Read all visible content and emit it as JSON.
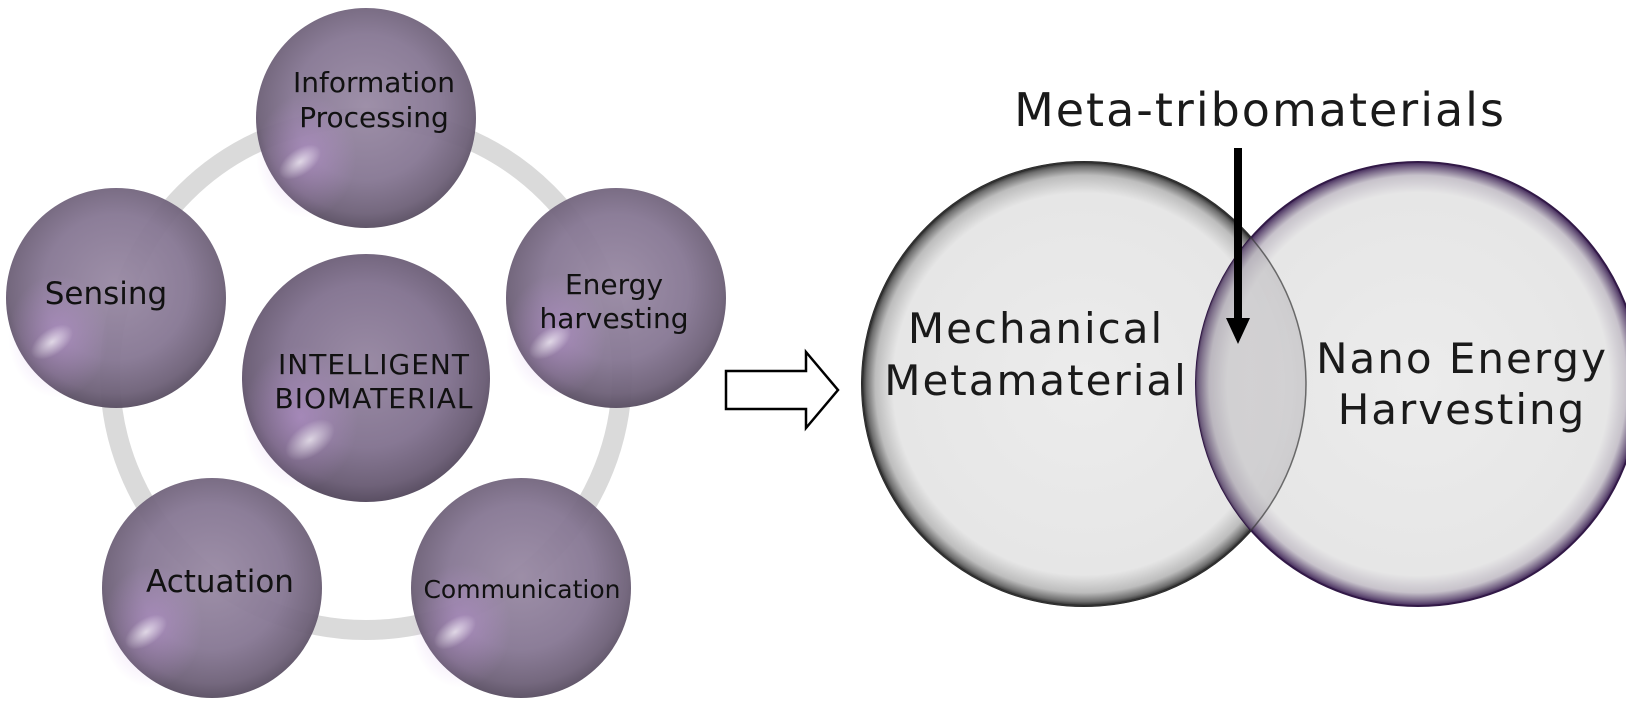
{
  "left_diagram": {
    "center": {
      "line1": "INTELLIGENT",
      "line2": "BIOMATERIAL"
    },
    "nodes": [
      {
        "line1": "Information",
        "line2": "Processing"
      },
      {
        "line1": "Energy",
        "line2": "harvesting"
      },
      {
        "line1": "Communication",
        "line2": ""
      },
      {
        "line1": "Actuation",
        "line2": ""
      },
      {
        "line1": "Sensing",
        "line2": ""
      }
    ],
    "sphere_color": "#8a7a96",
    "sphere_highlight": "#b892d0",
    "ring_color": "#d4d4d4"
  },
  "arrow": {
    "direction": "right",
    "icon": "hollow-right-arrow-icon"
  },
  "right_diagram": {
    "intersection_label": "Meta-tribomaterials",
    "left_circle": {
      "line1": "Mechanical",
      "line2": "Metamaterial",
      "edge_color": "#2a2a2a"
    },
    "right_circle": {
      "line1": "Nano Energy",
      "line2": "Harvesting",
      "edge_color": "#3a1f52"
    },
    "pointer_icon": "down-arrow-icon",
    "fill_color": "#e9e9ea"
  }
}
